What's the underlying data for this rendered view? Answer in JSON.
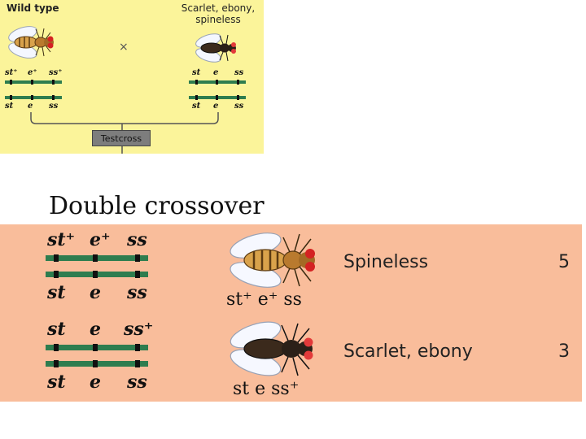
{
  "top": {
    "wild_type_label": "Wild type",
    "mutant_label_line1": "Scarlet, ebony,",
    "mutant_label_line2": "spineless",
    "cross_symbol": "×",
    "left_upper_genes": [
      "st⁺",
      "e⁺",
      "ss⁺"
    ],
    "left_lower_genes": [
      "st",
      "e",
      "ss"
    ],
    "right_upper_genes": [
      "st",
      "e",
      "ss"
    ],
    "right_lower_genes": [
      "st",
      "e",
      "ss"
    ],
    "testcross_label": "Testcross"
  },
  "heading": "Double crossover",
  "bottom": {
    "row1_upper_genes": [
      "st⁺",
      "e⁺",
      "ss"
    ],
    "row1_lower_genes": [
      "st",
      "e",
      "ss"
    ],
    "row2_upper_genes": [
      "st",
      "e",
      "ss⁺"
    ],
    "row2_lower_genes": [
      "st",
      "e",
      "ss"
    ],
    "fly1_genotype": "st⁺ e⁺ ss",
    "fly2_genotype": "st e ss⁺",
    "phenotype1": "Spineless",
    "count1": "5",
    "phenotype2": "Scarlet, ebony",
    "count2": "3"
  },
  "colors": {
    "top_panel_bg": "#fbf49a",
    "bottom_panel_bg": "#f9bd9b",
    "chromosome_green": "#2e7d4f",
    "eye_red": "#d42222"
  }
}
